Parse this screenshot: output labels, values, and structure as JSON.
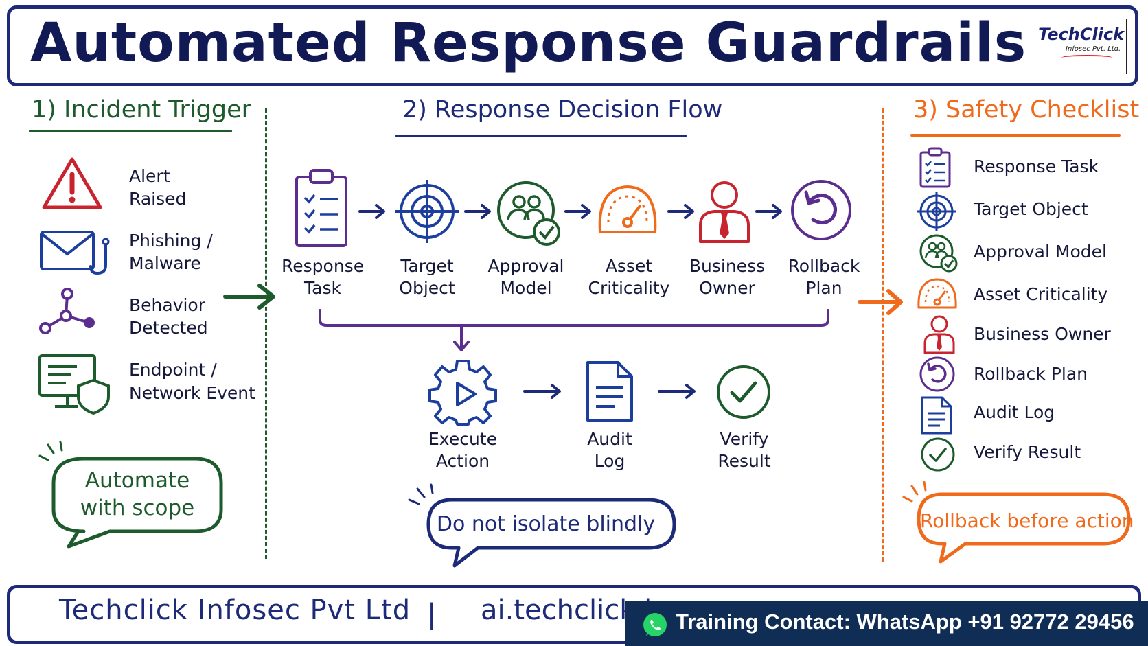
{
  "title": "Automated Response Guardrails",
  "logo": {
    "brand": "TechClick",
    "sub": "Infosec Pvt. Ltd."
  },
  "section1": {
    "heading": "1) Incident Trigger",
    "items": [
      {
        "line1": "Alert",
        "line2": "Raised",
        "icon": "alert-icon"
      },
      {
        "line1": "Phishing /",
        "line2": "Malware",
        "icon": "phishing-mail-icon"
      },
      {
        "line1": "Behavior",
        "line2": "Detected",
        "icon": "behavior-graph-icon"
      },
      {
        "line1": "Endpoint /",
        "line2": "Network Event",
        "icon": "endpoint-shield-icon"
      }
    ],
    "bubble": {
      "line1": "Automate",
      "line2": "with scope"
    }
  },
  "section2": {
    "heading": "2) Response Decision Flow",
    "flow": [
      {
        "line1": "Response",
        "line2": "Task",
        "icon": "clipboard-icon"
      },
      {
        "line1": "Target",
        "line2": "Object",
        "icon": "target-icon"
      },
      {
        "line1": "Approval",
        "line2": "Model",
        "icon": "approval-users-icon"
      },
      {
        "line1": "Asset",
        "line2": "Criticality",
        "icon": "gauge-icon"
      },
      {
        "line1": "Business",
        "line2": "Owner",
        "icon": "owner-icon"
      },
      {
        "line1": "Rollback",
        "line2": "Plan",
        "icon": "rollback-icon"
      }
    ],
    "lower": [
      {
        "line1": "Execute",
        "line2": "Action",
        "icon": "gear-play-icon"
      },
      {
        "line1": "Audit",
        "line2": "Log",
        "icon": "document-icon"
      },
      {
        "line1": "Verify",
        "line2": "Result",
        "icon": "check-circle-icon"
      }
    ],
    "bubble": "Do not isolate blindly"
  },
  "section3": {
    "heading": "3) Safety Checklist",
    "items": [
      {
        "label": "Response Task",
        "icon": "clipboard-icon"
      },
      {
        "label": "Target Object",
        "icon": "target-icon"
      },
      {
        "label": "Approval Model",
        "icon": "approval-users-icon"
      },
      {
        "label": "Asset Criticality",
        "icon": "gauge-icon"
      },
      {
        "label": "Business Owner",
        "icon": "owner-icon"
      },
      {
        "label": "Rollback Plan",
        "icon": "rollback-icon"
      },
      {
        "label": "Audit Log",
        "icon": "document-icon"
      },
      {
        "label": "Verify Result",
        "icon": "check-circle-icon"
      }
    ],
    "bubble": "Rollback before action"
  },
  "footer": {
    "company": "Techclick Infosec Pvt Ltd",
    "separator": "|",
    "url": "ai.techclick.i",
    "banner": "Training Contact: WhatsApp +91 92772 29456"
  },
  "colors": {
    "navy": "#1c2a78",
    "green": "#1e5b2c",
    "orange": "#f06a1c",
    "purple": "#5b2d8f",
    "red": "#c8242f",
    "banner": "#0f2d55"
  }
}
